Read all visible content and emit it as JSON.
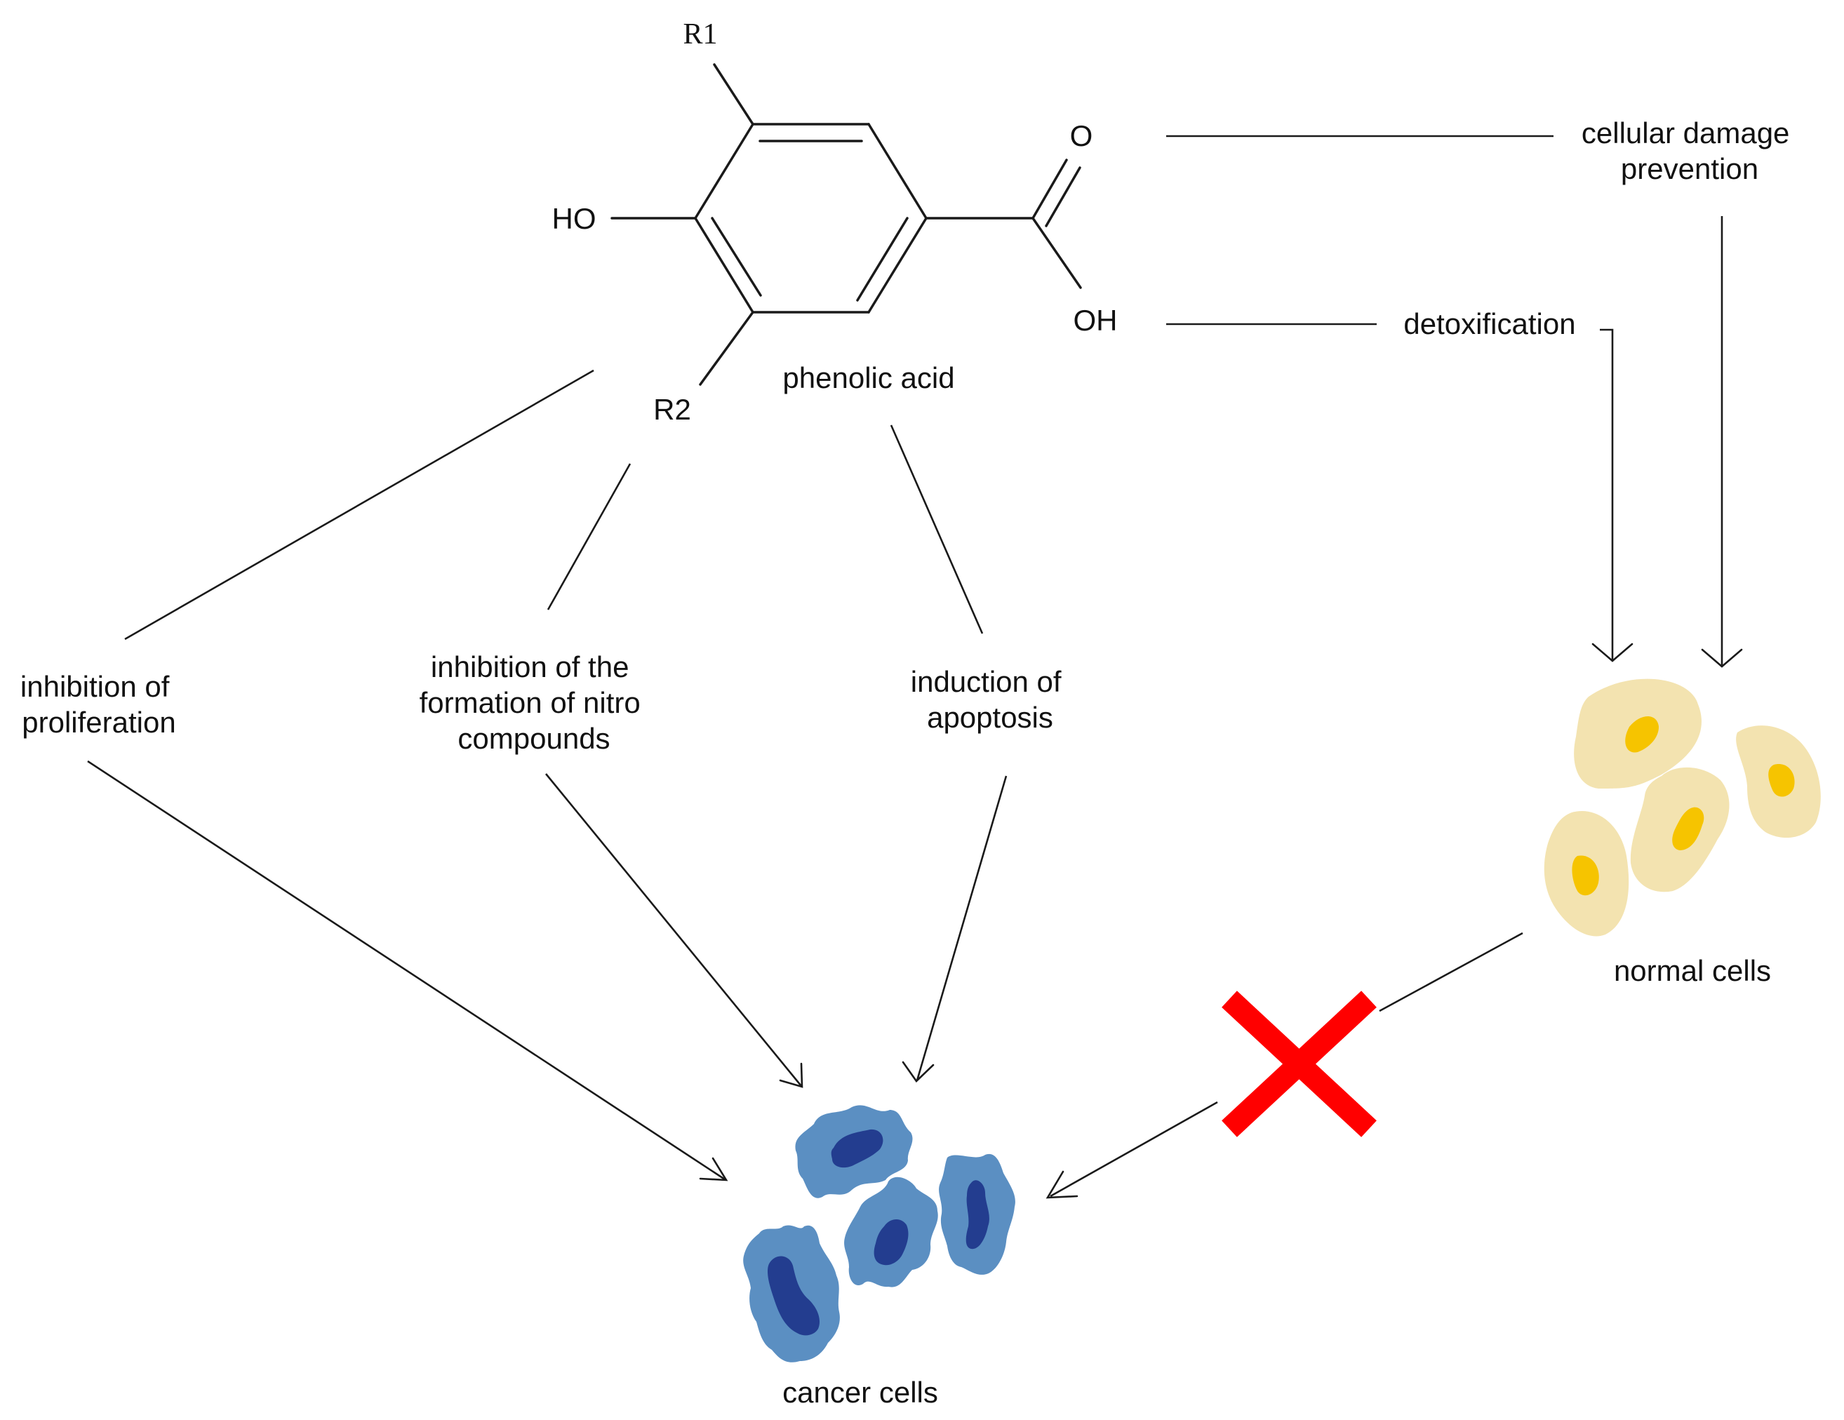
{
  "molecule": {
    "name": "phenolic acid",
    "substituent_top": "R1",
    "substituent_bottom": "R2",
    "hydroxyl": "HO",
    "carbonyl_oxygen": "O",
    "acid_hydroxyl": "OH"
  },
  "effects": {
    "cellular_damage_line1": "cellular damage",
    "cellular_damage_line2": "prevention",
    "detoxification": "detoxification",
    "proliferation_line1": "inhibition of",
    "proliferation_line2": "proliferation",
    "nitro_line1": "inhibition of the",
    "nitro_line2": "formation of nitro",
    "nitro_line3": "compounds",
    "apoptosis_line1": "induction of",
    "apoptosis_line2": "apoptosis"
  },
  "cells": {
    "normal_label": "normal cells",
    "cancer_label": "cancer cells"
  },
  "colors": {
    "normal_cell_body": "#F3E3B0",
    "normal_cell_nucleus": "#F6C400",
    "cancer_cell_body": "#5B8FC2",
    "cancer_cell_nucleus": "#233D8F",
    "blocked_cross": "#FF0000"
  }
}
